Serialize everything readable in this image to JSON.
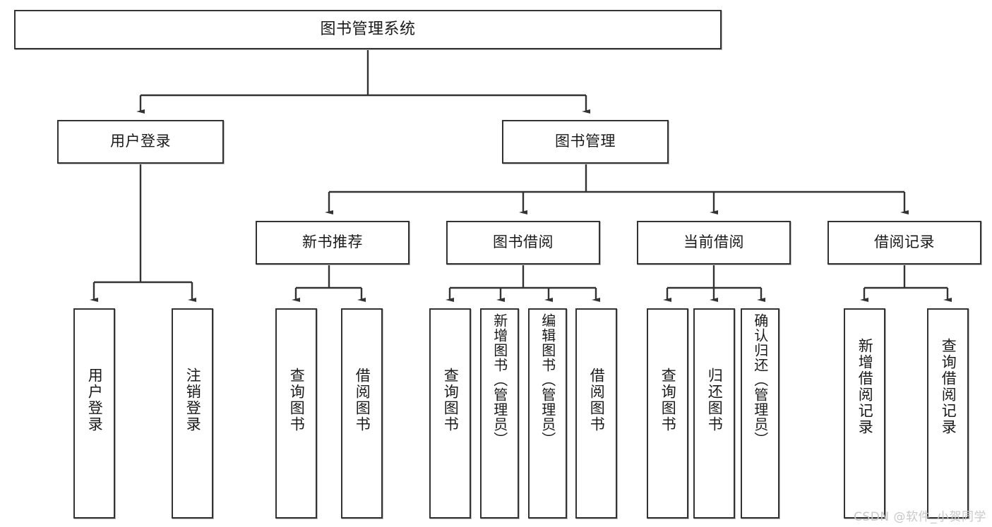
{
  "diagram": {
    "type": "org-tree",
    "title": "图书管理系统",
    "root": {
      "id": "root",
      "label": "图书管理系统"
    },
    "level2": [
      {
        "id": "user-login",
        "label": "用户登录"
      },
      {
        "id": "book-management",
        "label": "图书管理"
      }
    ],
    "level3": [
      {
        "id": "new-book-recommend",
        "label": "新书推荐"
      },
      {
        "id": "book-borrow",
        "label": "图书借阅"
      },
      {
        "id": "current-borrow",
        "label": "当前借阅"
      },
      {
        "id": "borrow-record",
        "label": "借阅记录"
      }
    ],
    "leaves": {
      "user_login": [
        {
          "id": "leaf-user-login",
          "label": "用户登录"
        },
        {
          "id": "leaf-logout-login",
          "label": "注销登录"
        }
      ],
      "new_book_recommend": [
        {
          "id": "leaf-query-book-1",
          "label": "查询图书"
        },
        {
          "id": "leaf-borrow-book-1",
          "label": "借阅图书"
        }
      ],
      "book_borrow": [
        {
          "id": "leaf-query-book-2",
          "label": "查询图书"
        },
        {
          "id": "leaf-add-book",
          "label": "新增图书（管理员）"
        },
        {
          "id": "leaf-edit-book",
          "label": "编辑图书（管理员）"
        },
        {
          "id": "leaf-borrow-book-2",
          "label": "借阅图书"
        }
      ],
      "current_borrow": [
        {
          "id": "leaf-query-book-3",
          "label": "查询图书"
        },
        {
          "id": "leaf-return-book",
          "label": "归还图书"
        },
        {
          "id": "leaf-confirm-return",
          "label": "确认归还（管理员）"
        }
      ],
      "borrow_record": [
        {
          "id": "leaf-add-record",
          "label": "新增借阅记录"
        },
        {
          "id": "leaf-query-record",
          "label": "查询借阅记录"
        }
      ]
    }
  },
  "watermark": {
    "text": "CSDN @软件_小贺同学"
  },
  "colors": {
    "box_border": "#333333",
    "box_fill": "#ffffff",
    "link_stroke": "#333333",
    "text": "#1a1a1a",
    "watermark": "#c8c8c8",
    "page_background": "#ffffff"
  }
}
